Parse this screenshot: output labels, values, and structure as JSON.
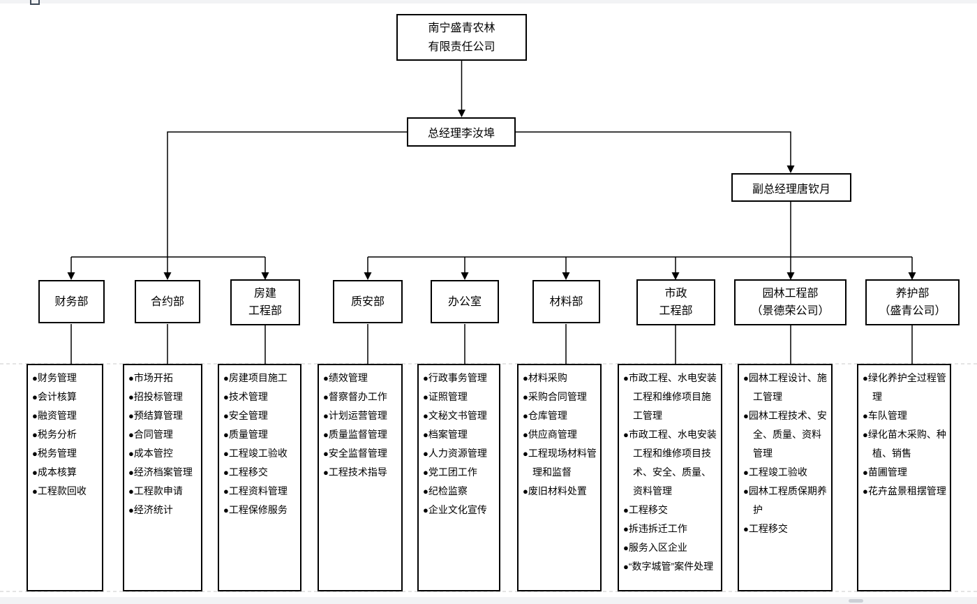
{
  "page": {
    "background": "#ffffff",
    "line_color": "#000000",
    "chrome_bar_color": "#f2f3f5",
    "scrollbar_thumb_color": "#cdd0d6",
    "page_break_dash_color": "#c9c9c9"
  },
  "bullet": "●",
  "org": {
    "company": {
      "line1": "南宁盛青农林",
      "line2": "有限责任公司"
    },
    "general_manager": "总经理李汝埠",
    "deputy_general_manager": "副总经理唐钦月",
    "departments": [
      {
        "name1": "财务部",
        "duties": [
          "财务管理",
          "会计核算",
          "融资管理",
          "税务分析",
          "税务管理",
          "成本核算",
          "工程款回收"
        ]
      },
      {
        "name1": "合约部",
        "duties": [
          "市场开拓",
          "招投标管理",
          "预结算管理",
          "合同管理",
          "成本管控",
          "经济档案管理",
          "工程款申请",
          "经济统计"
        ]
      },
      {
        "name1": "房建",
        "name2": "工程部",
        "duties": [
          "房建项目施工",
          "技术管理",
          "安全管理",
          "质量管理",
          "工程竣工验收",
          "工程移交",
          "工程资料管理",
          "工程保修服务"
        ]
      },
      {
        "name1": "质安部",
        "duties": [
          "绩效管理",
          "督察督办工作",
          "计划运营管理",
          "质量监督管理",
          "安全监督管理",
          "工程技术指导"
        ]
      },
      {
        "name1": "办公室",
        "duties": [
          "行政事务管理",
          "证照管理",
          "文秘文书管理",
          "档案管理",
          "人力资源管理",
          "党工团工作",
          "纪检监察",
          "企业文化宣传"
        ]
      },
      {
        "name1": "材料部",
        "duties": [
          "材料采购",
          "采购合同管理",
          "仓库管理",
          "供应商管理",
          "工程现场材料管理和监督",
          "废旧材料处置"
        ]
      },
      {
        "name1": "市政",
        "name2": "工程部",
        "duties": [
          "市政工程、水电安装工程和维修项目施工管理",
          "市政工程、水电安装工程和维修项目技术、安全、质量、资料管理",
          "工程移交",
          "拆违拆迁工作",
          "服务入区企业",
          "“数字城管”案件处理"
        ]
      },
      {
        "name1": "园林工程部",
        "name2": "（景德荣公司）",
        "duties": [
          "园林工程设计、施工管理",
          "园林工程技术、安全、质量、资料管理",
          "工程竣工验收",
          "园林工程质保期养护",
          "工程移交"
        ]
      },
      {
        "name1": "养护部",
        "name2": "（盛青公司）",
        "duties": [
          "绿化养护全过程管理",
          "车队管理",
          "绿化苗木采购、种植、销售",
          "苗圃管理",
          "花卉盆景租摆管理"
        ]
      }
    ]
  }
}
